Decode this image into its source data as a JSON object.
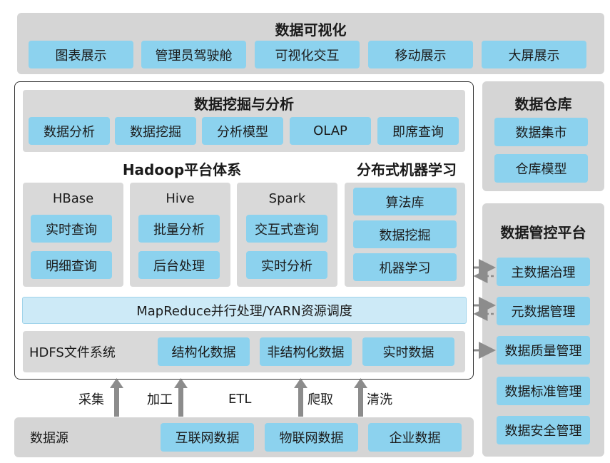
{
  "visualization": {
    "title": "数据可视化",
    "items": [
      "图表展示",
      "管理员驾驶舱",
      "可视化交互",
      "移动展示",
      "大屏展示"
    ]
  },
  "mining": {
    "title": "数据挖掘与分析",
    "items": [
      "数据分析",
      "数据挖掘",
      "分析模型",
      "OLAP",
      "即席查询"
    ]
  },
  "hadoop": {
    "title": "Hadoop平台体系",
    "hbase": {
      "title": "HBase",
      "items": [
        "实时查询",
        "明细查询"
      ]
    },
    "hive": {
      "title": "Hive",
      "items": [
        "批量分析",
        "后台处理"
      ]
    },
    "spark": {
      "title": "Spark",
      "items": [
        "交互式查询",
        "实时分析"
      ]
    }
  },
  "ml": {
    "title": "分布式机器学习",
    "items": [
      "算法库",
      "数据挖掘",
      "机器学习"
    ]
  },
  "mapreduce": {
    "label": "MapReduce并行处理/YARN资源调度"
  },
  "hdfs": {
    "title": "HDFS文件系统",
    "items": [
      "结构化数据",
      "非结构化数据",
      "实时数据"
    ]
  },
  "warehouse": {
    "title": "数据仓库",
    "items": [
      "数据集市",
      "仓库模型"
    ]
  },
  "governance": {
    "title": "数据管控平台",
    "items": [
      "主数据治理",
      "元数据管理",
      "数据质量管理",
      "数据标准管理",
      "数据安全管理"
    ]
  },
  "ingest": {
    "labels": [
      "采集",
      "加工",
      "ETL",
      "爬取",
      "清洗"
    ]
  },
  "sources": {
    "title": "数据源",
    "items": [
      "互联网数据",
      "物联网数据",
      "企业数据"
    ]
  },
  "colors": {
    "panel": "#d5d5d5",
    "chip": "#8cd2ee",
    "bar": "#cdeaf7",
    "arrow": "#8c8c8c"
  }
}
